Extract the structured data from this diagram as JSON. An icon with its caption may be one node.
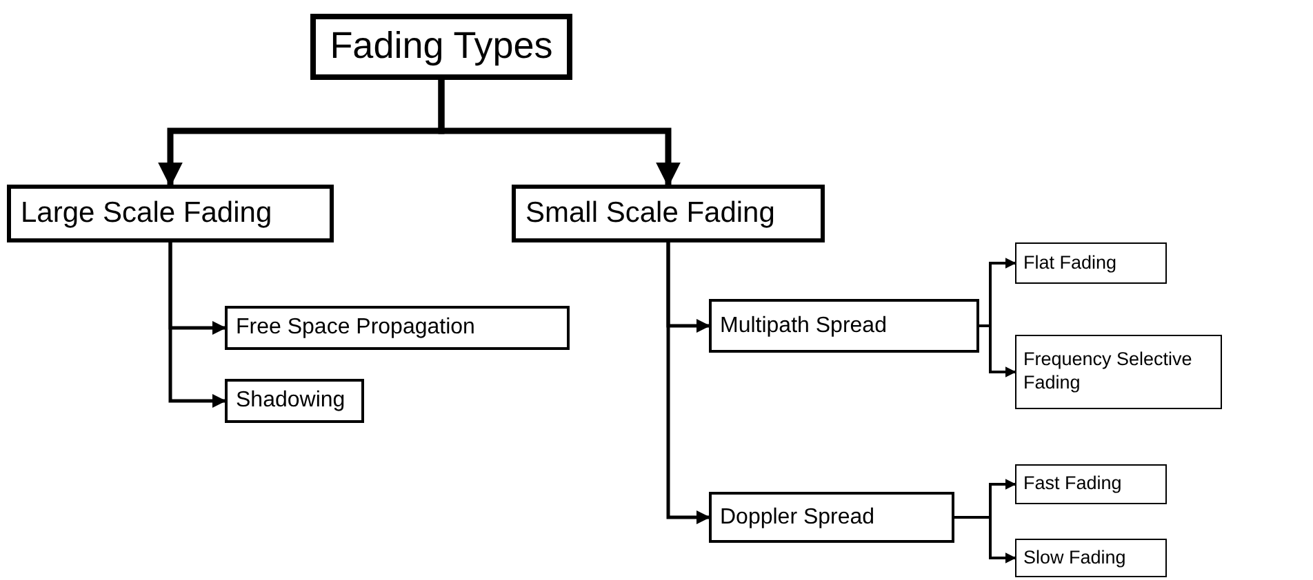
{
  "diagram": {
    "nodes": [
      {
        "text": [
          "Fading Types"
        ]
      },
      {
        "text": [
          "Large Scale Fading"
        ]
      },
      {
        "text": [
          "Small Scale Fading"
        ]
      },
      {
        "text": [
          "Free Space Propagation"
        ]
      },
      {
        "text": [
          "Shadowing"
        ]
      },
      {
        "text": [
          "Multipath Spread"
        ]
      },
      {
        "text": [
          "Doppler Spread"
        ]
      },
      {
        "text": [
          "Flat Fading"
        ]
      },
      {
        "text": [
          "Frequency Selective Fading"
        ]
      },
      {
        "text": [
          "Fast Fading"
        ]
      },
      {
        "text": [
          "Slow Fading"
        ]
      }
    ],
    "edges": [
      {
        "from": 0,
        "to": 1,
        "arrow": "to",
        "style": "thick"
      },
      {
        "from": 0,
        "to": 2,
        "arrow": "to",
        "style": "thick"
      },
      {
        "from": 1,
        "to": 3,
        "arrow": "to"
      },
      {
        "from": 1,
        "to": 4,
        "arrow": "to"
      },
      {
        "from": 2,
        "to": 5,
        "arrow": "to"
      },
      {
        "from": 2,
        "to": 6,
        "arrow": "to"
      },
      {
        "from": 5,
        "to": 7,
        "arrow": "to"
      },
      {
        "from": 5,
        "to": 8,
        "arrow": "to"
      },
      {
        "from": 6,
        "to": 9,
        "arrow": "to"
      },
      {
        "from": 6,
        "to": 10,
        "arrow": "to"
      }
    ]
  }
}
